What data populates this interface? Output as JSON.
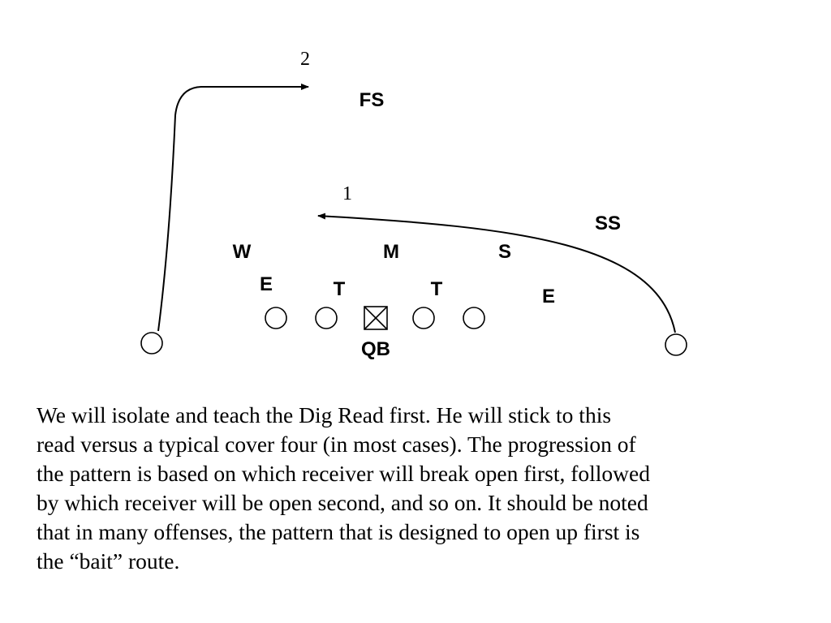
{
  "diagram": {
    "read_labels": {
      "first": "1",
      "second": "2"
    },
    "defenders": {
      "free_safety": "FS",
      "strong_safety": "SS",
      "will_linebacker": "W",
      "mike_linebacker": "M",
      "sam_linebacker": "S",
      "left_end": "E",
      "left_tackle": "T",
      "right_tackle": "T",
      "right_end": "E"
    },
    "offense": {
      "quarterback_label": "QB"
    }
  },
  "caption": {
    "lines": [
      "We will isolate and teach the Dig Read first.  He will stick to this",
      "read versus a typical cover four (in most cases).  The progression of",
      "the pattern is based on which receiver will break open first, followed",
      "by which receiver will be open second, and so on.  It should be noted",
      "that in many offenses, the pattern that is designed to open up first is",
      "the “bait” route."
    ]
  }
}
